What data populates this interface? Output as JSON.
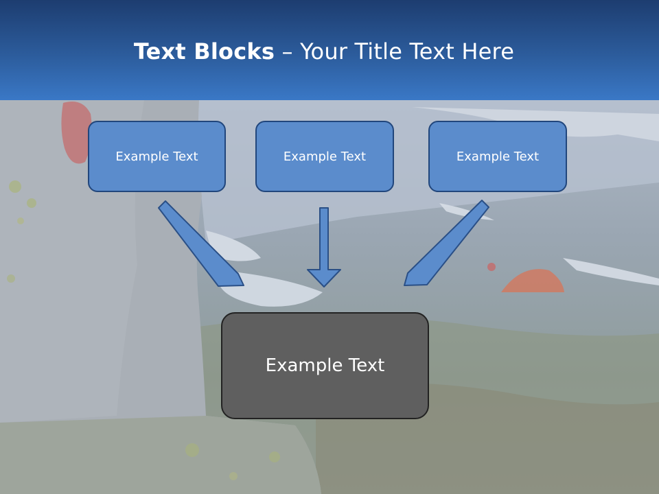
{
  "slide": {
    "title_bold": "Text Blocks",
    "title_sep": " – ",
    "title_rest": "Your Title Text Here"
  },
  "blocks": [
    {
      "label": "Example Text"
    },
    {
      "label": "Example Text"
    },
    {
      "label": "Example Text"
    }
  ],
  "target": {
    "label": "Example Text"
  },
  "colors": {
    "header_top": "#1d3d70",
    "header_bottom": "#3a78c6",
    "block_fill": "#5b8ccc",
    "block_border": "#21467c",
    "target_fill": "#5f5f5f",
    "target_border": "#222222",
    "arrow_fill": "#5b8ccc",
    "arrow_stroke": "#2a4f86"
  }
}
